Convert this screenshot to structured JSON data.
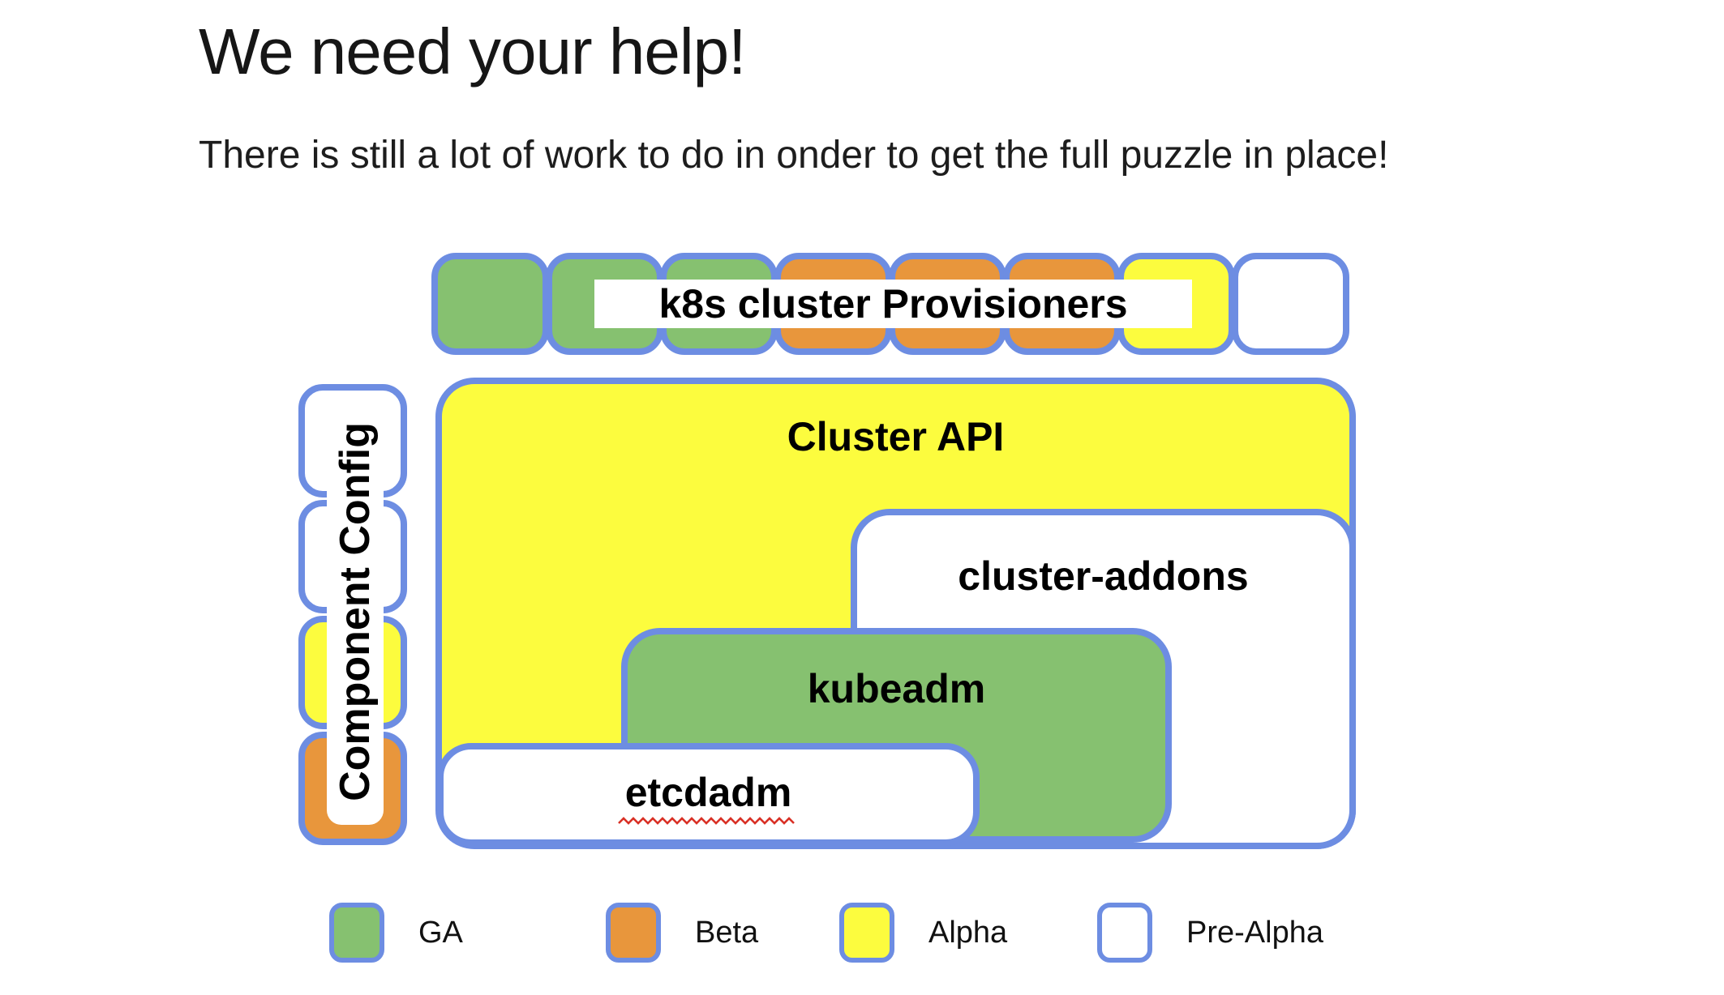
{
  "page": {
    "title": "We need your help!",
    "subtitle": "There is still a lot of work to do in onder to get the full puzzle in place!"
  },
  "colors": {
    "ga": "#86C170",
    "beta": "#E8963C",
    "alpha": "#FCFC3E",
    "prealpha": "#FFFFFF",
    "border": "#6D8DE2",
    "squiggle": "#D93025"
  },
  "provisioners": {
    "label": "k8s cluster Provisioners",
    "squares": [
      "ga",
      "ga",
      "ga",
      "beta",
      "beta",
      "beta",
      "alpha",
      "prealpha"
    ]
  },
  "component_config": {
    "label": "Component Config",
    "squares": [
      "prealpha",
      "prealpha",
      "alpha",
      "beta"
    ]
  },
  "boxes": {
    "cluster_api": {
      "label": "Cluster API",
      "status": "alpha"
    },
    "cluster_addons": {
      "label": "cluster-addons",
      "status": "prealpha"
    },
    "kubeadm": {
      "label": "kubeadm",
      "status": "ga"
    },
    "etcdadm": {
      "label": "etcdadm",
      "status": "prealpha"
    }
  },
  "legend": {
    "items": [
      {
        "label": "GA",
        "status": "ga"
      },
      {
        "label": "Beta",
        "status": "beta"
      },
      {
        "label": "Alpha",
        "status": "alpha"
      },
      {
        "label": "Pre-Alpha",
        "status": "prealpha"
      }
    ]
  }
}
